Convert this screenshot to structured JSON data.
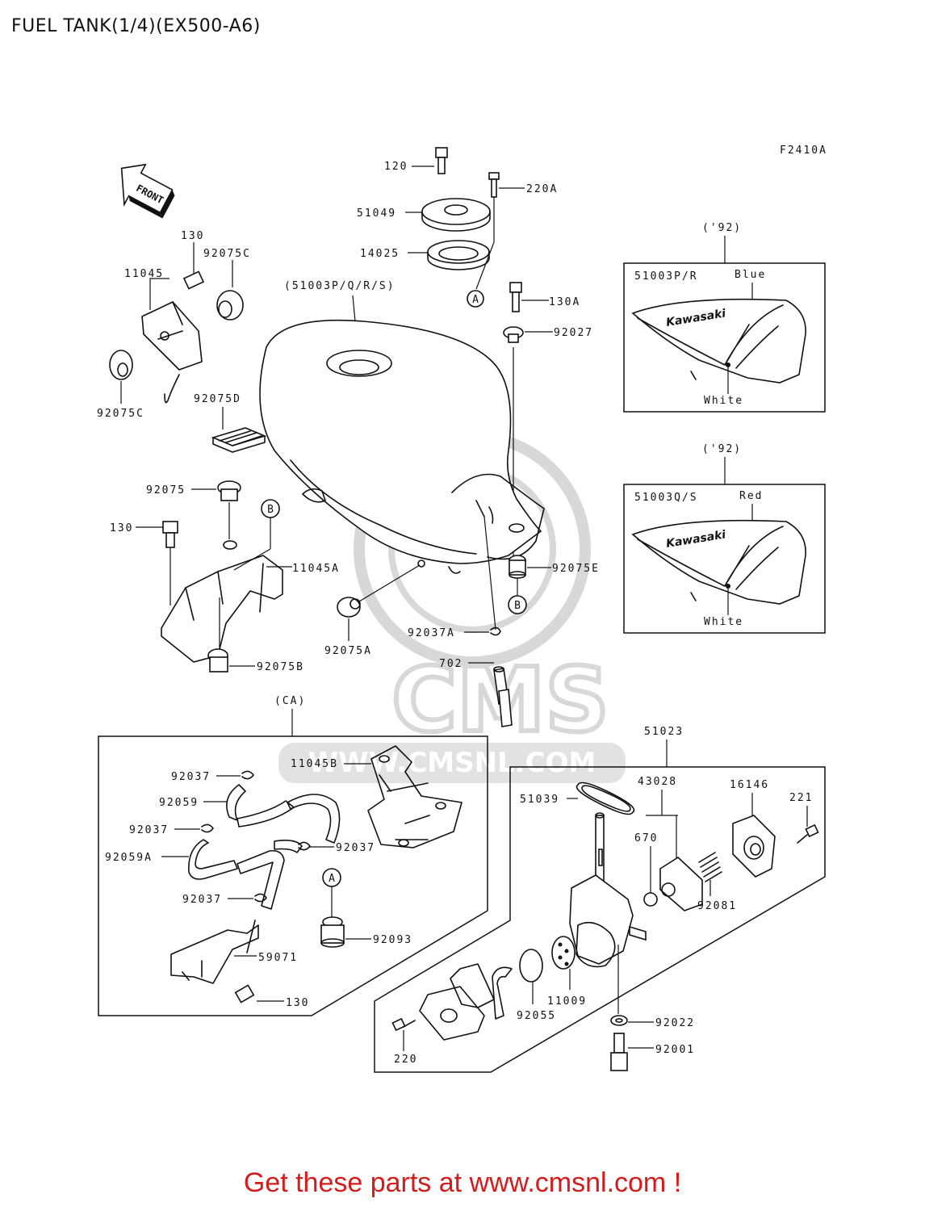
{
  "title": "FUEL TANK(1/4)(EX500-A6)",
  "figure_code": "F2410A",
  "front_arrow_label": "FRONT",
  "watermark": "CMS",
  "watermark_url": "WWW.CMSNL.COM",
  "promo": "Get these parts at www.cmsnl.com !",
  "callout_A": "A",
  "callout_B": "B",
  "labels": {
    "p120": "120",
    "p220A": "220A",
    "p51049": "51049",
    "p14025": "14025",
    "p130A": "130A",
    "p92027": "92027",
    "p130_top": "130",
    "p92075C_top": "92075C",
    "p11045": "11045",
    "p92075C_bottom": "92075C",
    "p92075D": "92075D",
    "p51003PQRS": "(51003P/Q/R/S)",
    "p92075": "92075",
    "p130_mid": "130",
    "p11045A": "11045A",
    "p92075B": "92075B",
    "p92075A": "92075A",
    "p92037A": "92037A",
    "p702": "702",
    "p92075E": "92075E",
    "pCA": "(CA)",
    "p11045B": "11045B",
    "p92037_1": "92037",
    "p92059": "92059",
    "p92037_2": "92037",
    "p92059A": "92059A",
    "p92037_3": "92037",
    "p92037_4": "92037",
    "p92093": "92093",
    "p59071": "59071",
    "p130_ca": "130",
    "p51023": "51023",
    "p51039": "51039",
    "p43028": "43028",
    "p16146": "16146",
    "p221": "221",
    "p670": "670",
    "p92081": "92081",
    "p11009": "11009",
    "p92055": "92055",
    "p220": "220",
    "p92022": "92022",
    "p92001": "92001"
  },
  "variant_92_a": {
    "year": "('92)",
    "part": "51003P/R",
    "color_top": "Blue",
    "color_bottom": "White",
    "brand": "Kawasaki"
  },
  "variant_92_b": {
    "year": "('92)",
    "part": "51003Q/S",
    "color_top": "Red",
    "color_bottom": "White",
    "brand": "Kawasaki"
  }
}
